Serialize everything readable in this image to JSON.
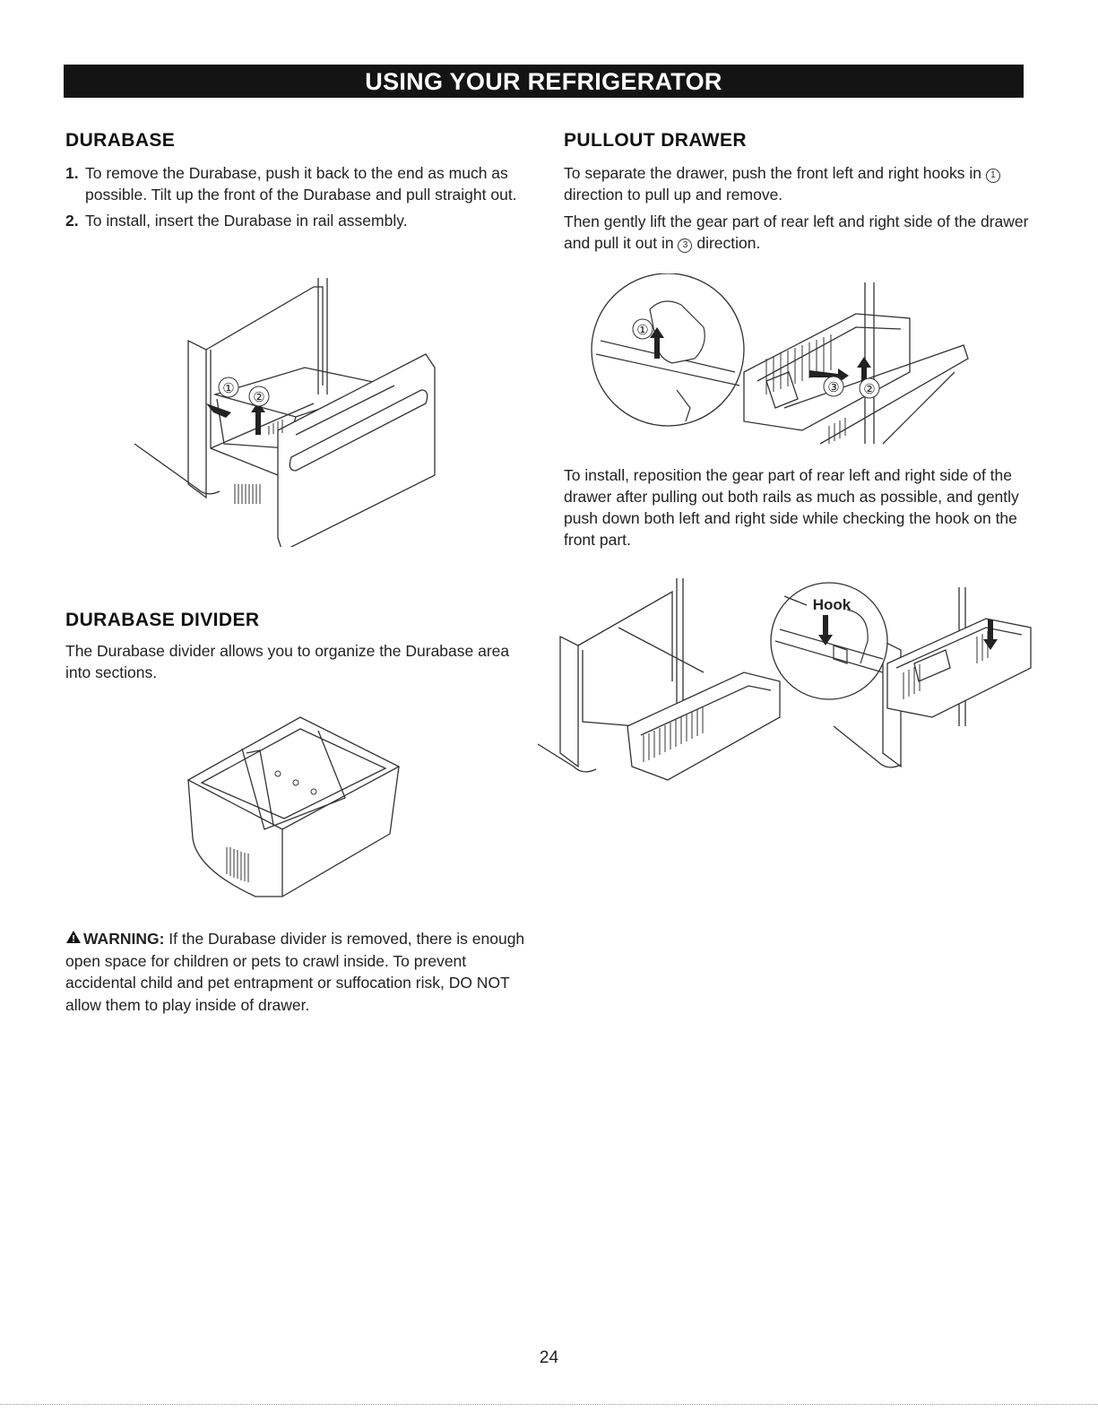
{
  "header": {
    "title": "USING YOUR REFRIGERATOR"
  },
  "durabase": {
    "heading": "DURABASE",
    "steps": [
      {
        "num": "1.",
        "text": "To remove the Durabase, push it back to the end as much as possible. Tilt up the front of the Durabase and pull straight out."
      },
      {
        "num": "2.",
        "text": "To install, insert the Durabase in rail assembly."
      }
    ],
    "figure_labels": [
      "①",
      "②"
    ]
  },
  "divider": {
    "heading": "DURABASE DIVIDER",
    "text": "The Durabase divider allows you to organize the Durabase area into sections."
  },
  "warning": {
    "lead": "WARNING:",
    "text": "If the Durabase divider is removed, there is enough open space for children or pets to crawl inside. To prevent accidental child and pet entrapment or suffocation risk, DO NOT allow them to play inside of drawer."
  },
  "pullout": {
    "heading": "PULLOUT DRAWER",
    "p1_before": "To separate the drawer, push the front left and right hooks in",
    "p1_mark": "1",
    "p1_after": "direction to pull up and remove.",
    "p2_before": "Then gently lift the gear part of rear left and right side of the drawer and pull it out in",
    "p2_mark": "3",
    "p2_after": "direction.",
    "figure1_labels": [
      "①",
      "③",
      "②"
    ],
    "install_text": "To install, reposition the gear part of rear left and right side of the drawer after pulling out both rails as much as possible, and gently push down both left and right side while checking the hook on the front part.",
    "figure2_label": "Hook"
  },
  "page": {
    "number": "24"
  }
}
